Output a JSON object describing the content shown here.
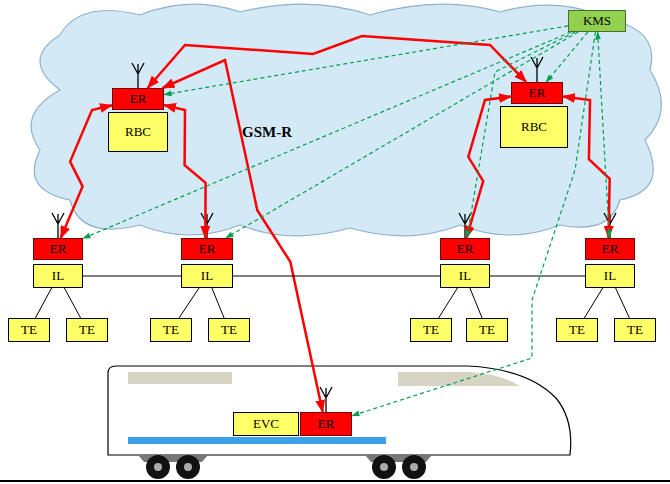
{
  "diagram": {
    "nodes": [
      {
        "text": [
          "KMS"
        ]
      },
      {
        "text": [
          "GSM-R"
        ]
      },
      {
        "text": [
          "ER"
        ],
        "in": 1
      },
      {
        "text": [
          "RBC"
        ],
        "in": 1
      },
      {
        "text": [
          "ER"
        ],
        "in": 1
      },
      {
        "text": [
          "RBC"
        ],
        "in": 1
      },
      {
        "text": [
          "ER"
        ]
      },
      {
        "text": [
          "IL"
        ]
      },
      {
        "text": [
          "ER"
        ]
      },
      {
        "text": [
          "IL"
        ]
      },
      {
        "text": [
          "ER"
        ]
      },
      {
        "text": [
          "IL"
        ]
      },
      {
        "text": [
          "ER"
        ]
      },
      {
        "text": [
          "IL"
        ]
      },
      {
        "text": [
          "TE"
        ]
      },
      {
        "text": [
          "TE"
        ]
      },
      {
        "text": [
          "TE"
        ]
      },
      {
        "text": [
          "TE"
        ]
      },
      {
        "text": [
          "TE"
        ]
      },
      {
        "text": [
          "TE"
        ]
      },
      {
        "text": [
          "TE"
        ]
      },
      {
        "text": [
          "TE"
        ]
      },
      {
        "text": [
          "EVC"
        ]
      },
      {
        "text": [
          "ER"
        ]
      }
    ],
    "edges": [
      {
        "from": 2,
        "to": 6,
        "arrow": "both"
      },
      {
        "from": 2,
        "to": 8,
        "arrow": "both"
      },
      {
        "from": 2,
        "to": 4,
        "arrow": "both"
      },
      {
        "from": 2,
        "to": 23,
        "arrow": "both"
      },
      {
        "from": 4,
        "to": 10,
        "arrow": "both"
      },
      {
        "from": 4,
        "to": 12,
        "arrow": "both"
      },
      {
        "from": 0,
        "to": 2,
        "arrow": "to"
      },
      {
        "from": 0,
        "to": 4,
        "arrow": "to"
      },
      {
        "from": 0,
        "to": 6,
        "arrow": "to"
      },
      {
        "from": 0,
        "to": 8,
        "arrow": "to"
      },
      {
        "from": 0,
        "to": 10,
        "arrow": "to"
      },
      {
        "from": 0,
        "to": 12,
        "arrow": "both"
      },
      {
        "from": 0,
        "to": 23,
        "arrow": "to"
      },
      {
        "from": 7,
        "to": 9,
        "arrow": "none"
      },
      {
        "from": 9,
        "to": 11,
        "arrow": "none"
      },
      {
        "from": 11,
        "to": 13,
        "arrow": "none"
      },
      {
        "from": 7,
        "to": 14,
        "arrow": "none"
      },
      {
        "from": 7,
        "to": 15,
        "arrow": "none"
      },
      {
        "from": 9,
        "to": 16,
        "arrow": "none"
      },
      {
        "from": 9,
        "to": 17,
        "arrow": "none"
      },
      {
        "from": 11,
        "to": 18,
        "arrow": "none"
      },
      {
        "from": 11,
        "to": 19,
        "arrow": "none"
      },
      {
        "from": 13,
        "to": 20,
        "arrow": "none"
      },
      {
        "from": 13,
        "to": 21,
        "arrow": "none"
      }
    ]
  }
}
